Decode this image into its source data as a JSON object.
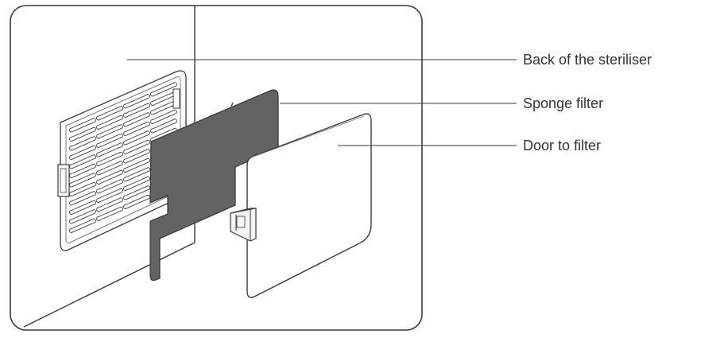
{
  "labels": {
    "back": "Back of the steriliser",
    "sponge": "Sponge filter",
    "door": "Door to filter"
  },
  "colors": {
    "line": "#3a3a3a",
    "sponge_fill": "#636363",
    "panel_fill": "#ffffff",
    "text": "#333333"
  }
}
